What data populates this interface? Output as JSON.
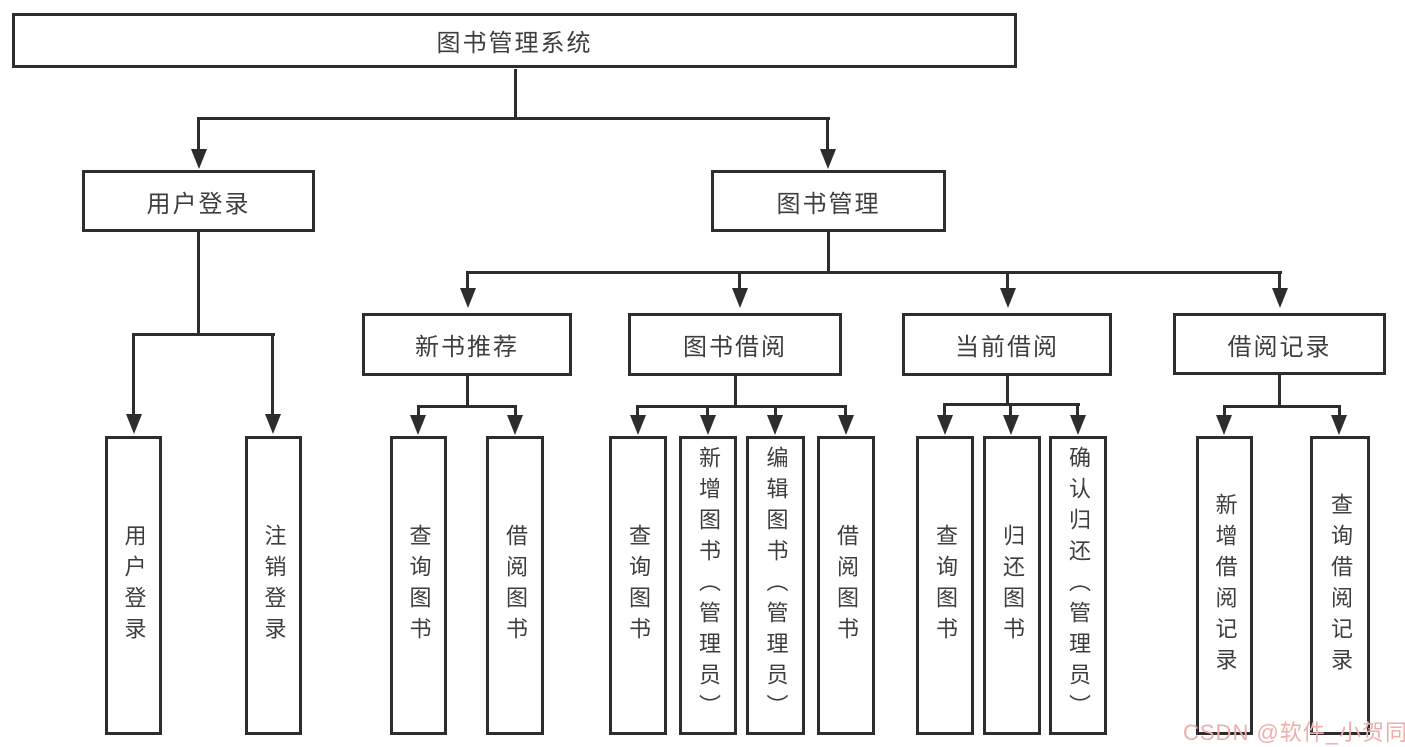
{
  "tree": {
    "label": "图书管理系统",
    "children": [
      {
        "label": "用户登录",
        "children": [
          {
            "label": "用户登录"
          },
          {
            "label": "注销登录"
          }
        ]
      },
      {
        "label": "图书管理",
        "children": [
          {
            "label": "新书推荐",
            "children": [
              {
                "label": "查询图书"
              },
              {
                "label": "借阅图书"
              }
            ]
          },
          {
            "label": "图书借阅",
            "children": [
              {
                "label": "查询图书"
              },
              {
                "label": "新增图书（管理员）"
              },
              {
                "label": "编辑图书（管理员）"
              },
              {
                "label": "借阅图书"
              }
            ]
          },
          {
            "label": "当前借阅",
            "children": [
              {
                "label": "查询图书"
              },
              {
                "label": "归还图书"
              },
              {
                "label": "确认归还（管理员）"
              }
            ]
          },
          {
            "label": "借阅记录",
            "children": [
              {
                "label": "新增借阅记录"
              },
              {
                "label": "查询借阅记录"
              }
            ]
          }
        ]
      }
    ]
  },
  "watermark": {
    "text": "CSDN @软件_小贺同学"
  },
  "colors": {
    "line": "#2d2d2d",
    "text": "#3e3e3e",
    "watermark": "#eeaeab",
    "background": "#ffffff"
  }
}
